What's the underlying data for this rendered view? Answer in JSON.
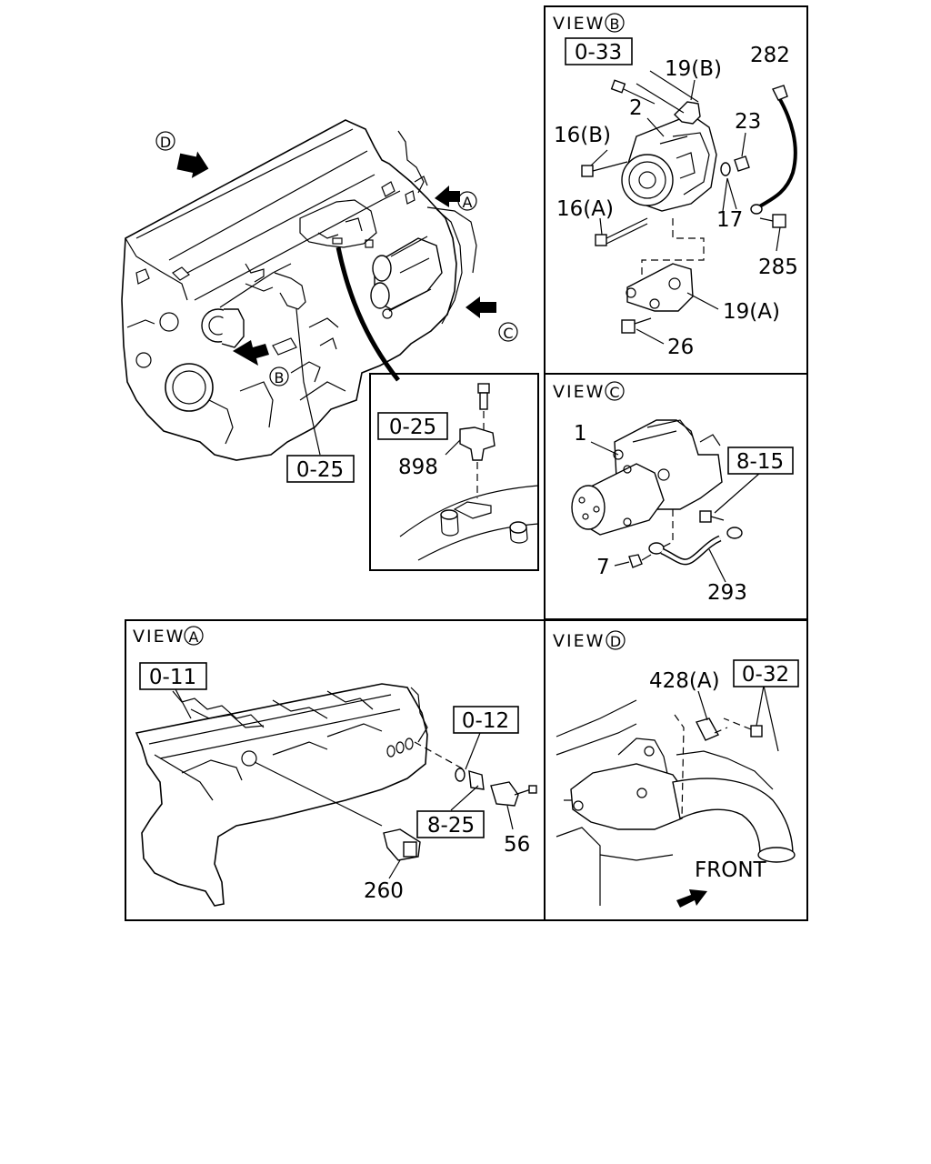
{
  "views": {
    "b": {
      "prefix": "VIEW",
      "letter": "B"
    },
    "c": {
      "prefix": "VIEW",
      "letter": "C"
    },
    "a": {
      "prefix": "VIEW",
      "letter": "A"
    },
    "d": {
      "prefix": "VIEW",
      "letter": "D"
    }
  },
  "main": {
    "arrow_labels": {
      "d": "D",
      "a": "A",
      "c": "C",
      "b": "B"
    },
    "ref_box": "0-25"
  },
  "inset": {
    "ref_box": "0-25",
    "part": "898"
  },
  "view_b": {
    "ref_box": "0-33",
    "parts": {
      "p19b": "19(B)",
      "p282": "282",
      "p2": "2",
      "p23": "23",
      "p16b": "16(B)",
      "p16a": "16(A)",
      "p17": "17",
      "p285": "285",
      "p19a": "19(A)",
      "p26": "26"
    }
  },
  "view_c": {
    "ref_box": "8-15",
    "parts": {
      "p1": "1",
      "p7": "7",
      "p293": "293"
    }
  },
  "view_a": {
    "ref_boxes": {
      "b011": "0-11",
      "b012": "0-12",
      "b825": "8-25"
    },
    "parts": {
      "p56": "56",
      "p260": "260"
    }
  },
  "view_d": {
    "ref_box": "0-32",
    "parts": {
      "p428a": "428(A)"
    },
    "front_label": "FRONT"
  }
}
